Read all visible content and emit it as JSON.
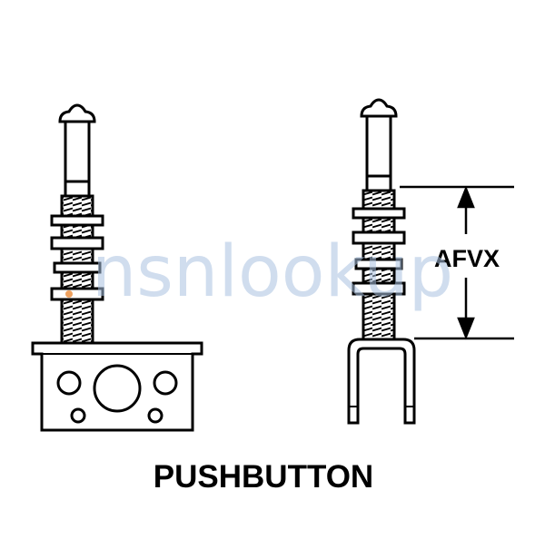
{
  "drawing": {
    "title": "PUSHBUTTON",
    "dimension_label": "AFVX",
    "watermark": "nsnlookup",
    "colors": {
      "ink": "#000000",
      "background": "#ffffff",
      "watermark": "#a9c1e0",
      "watermark_accent": "#e8822a"
    }
  }
}
